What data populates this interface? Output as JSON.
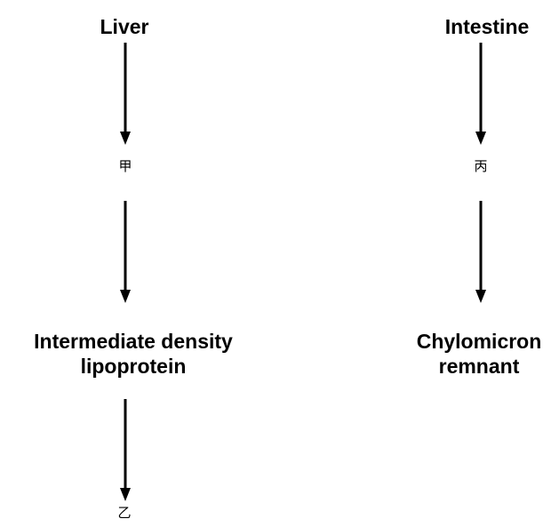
{
  "diagram": {
    "left_column": {
      "source": "Liver",
      "step1": "甲",
      "step2_line1": "Intermediate density",
      "step2_line2": "lipoprotein",
      "step3": "乙"
    },
    "right_column": {
      "source": "Intestine",
      "step1": "丙",
      "step2_line1": "Chylomicron",
      "step2_line2": "remnant"
    }
  }
}
